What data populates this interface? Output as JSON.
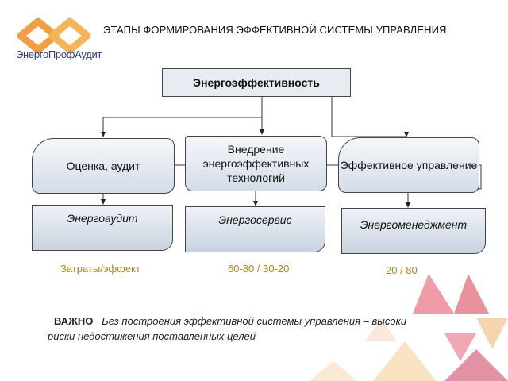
{
  "brand": {
    "name": "ЭнергоПрофАудит",
    "logo_color": "#f0a040"
  },
  "title": "ЭТАПЫ ФОРМИРОВАНИЯ ЭФФЕКТИВНОЙ СИСТЕМЫ УПРАВЛЕНИЯ",
  "top_node": "Энергоэффективность",
  "stages": [
    {
      "label": "Оценка, аудит",
      "result": "Энергоаудит"
    },
    {
      "label": "Внедрение энергоэффективных технологий",
      "result": "Энергосервис"
    },
    {
      "label": "Эффективное управление",
      "result": "Энергоменеджмент"
    }
  ],
  "stats": {
    "label": "Затраты/эффект",
    "middle": "60-80 / 30-20",
    "right": "20 / 80"
  },
  "note": {
    "keyword": "ВАЖНО",
    "text": "Без построения эффективной системы управления – высоки риски недостижения поставленных целей"
  },
  "colors": {
    "box_fill": "#dbe2ec",
    "stat_text": "#b8860b",
    "decor": "#e0475a"
  }
}
